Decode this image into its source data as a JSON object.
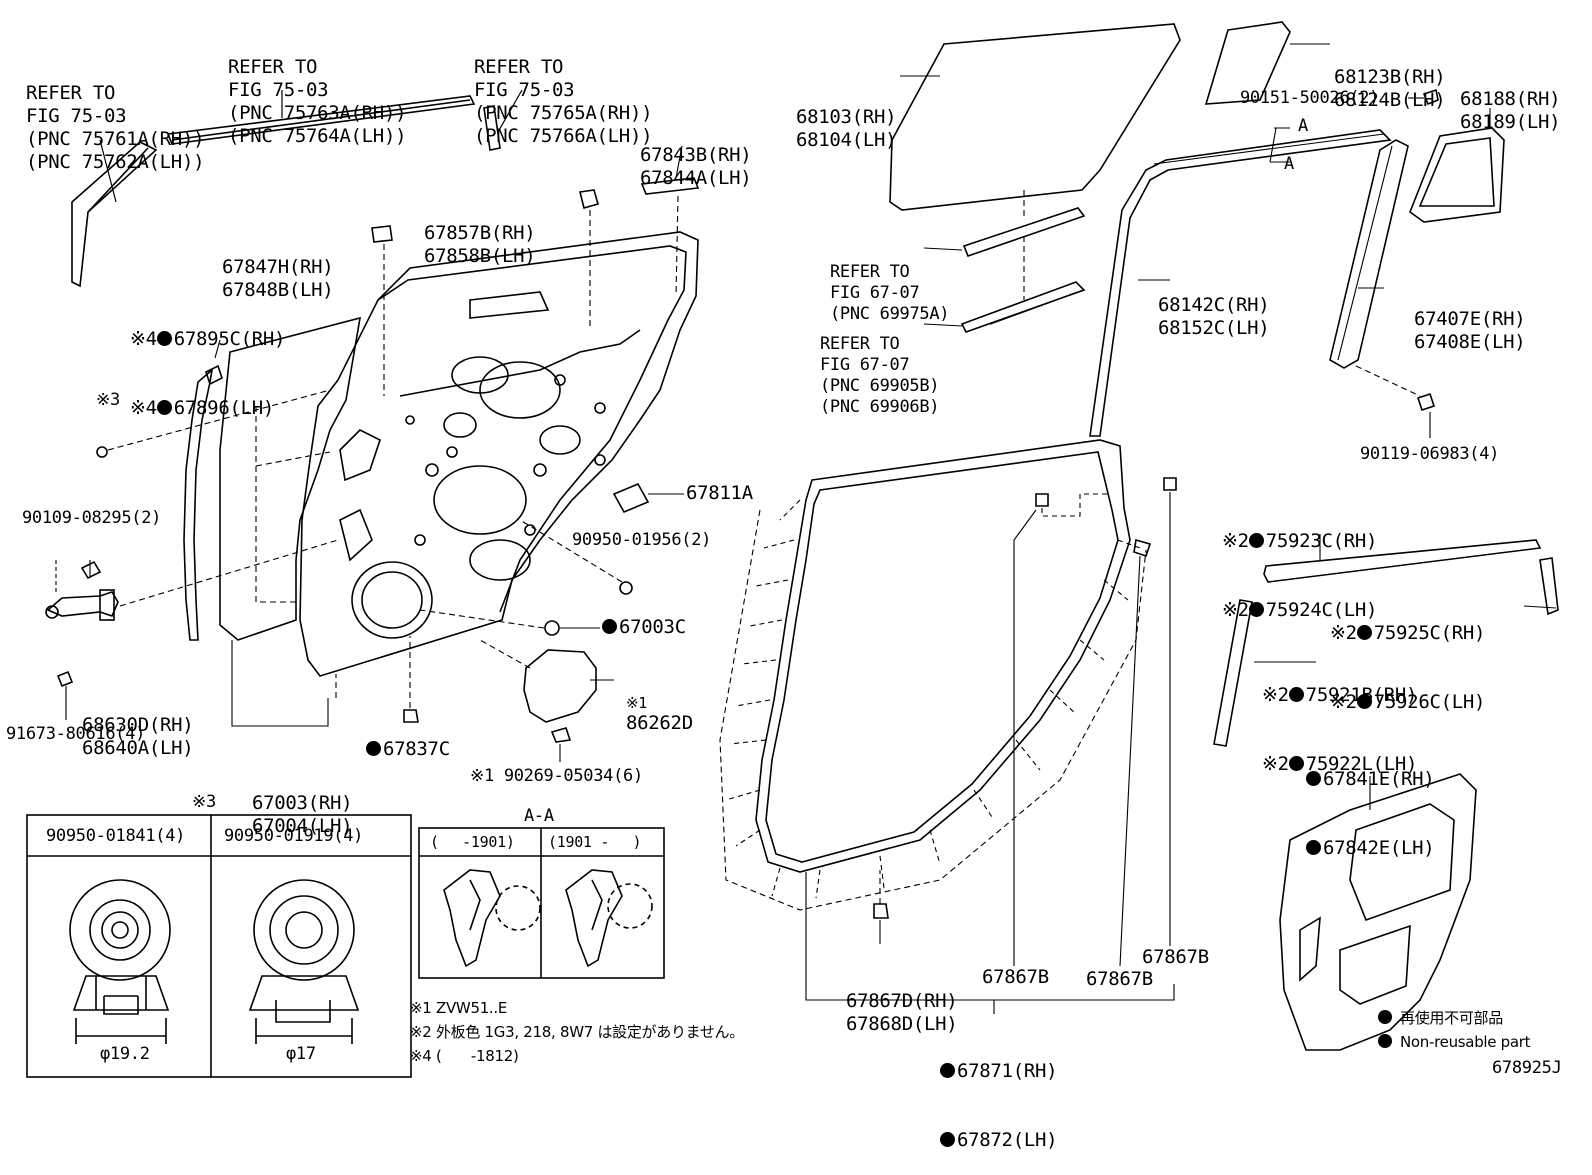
{
  "labels": {
    "refer_75_03_a": [
      "REFER TO",
      "FIG 75-03",
      "(PNC 75761A(RH))",
      "(PNC 75762A(LH))"
    ],
    "refer_75_03_b": [
      "REFER TO",
      "FIG 75-03",
      "(PNC 75763A(RH))",
      "(PNC 75764A(LH))"
    ],
    "refer_75_03_c": [
      "REFER TO",
      "FIG 75-03",
      "(PNC 75765A(RH))",
      "(PNC 75766A(LH))"
    ],
    "p67843": [
      "67843B(RH)",
      "67844A(LH)"
    ],
    "p67857": [
      "67857B(RH)",
      "67858B(LH)"
    ],
    "p67847": [
      "67847H(RH)",
      "67848B(LH)"
    ],
    "p67895": [
      "※4",
      "67895C(RH)",
      "※4",
      "67896(LH)"
    ],
    "note3": "※3",
    "p90109": "90109-08295(2)",
    "p68630": [
      "68630D(RH)",
      "68640A(LH)"
    ],
    "p91673": "91673-80616(4)",
    "p67003": [
      "67003(RH)",
      "67004(LH)"
    ],
    "p67837": "67837C",
    "p67811": "67811A",
    "p90950_01956": "90950-01956(2)",
    "p67003c": "67003C",
    "p86262": [
      "※1",
      "86262D"
    ],
    "p90269": "※1 90269-05034(6)",
    "p68103": [
      "68103(RH)",
      "68104(LH)"
    ],
    "p68123": [
      "68123B(RH)",
      "68124B(LH)"
    ],
    "p68188": [
      "68188(RH)",
      "68189(LH)"
    ],
    "p90151": "90151-50026(2)",
    "refer_67_07_a": [
      "REFER TO",
      "FIG 67-07",
      "(PNC 69975A)"
    ],
    "refer_67_07_b": [
      "REFER TO",
      "FIG 67-07",
      "(PNC 69905B)",
      "(PNC 69906B)"
    ],
    "p68142": [
      "68142C(RH)",
      "68152C(LH)"
    ],
    "p67407": [
      "67407E(RH)",
      "67408E(LH)"
    ],
    "p90119": "90119-06983(4)",
    "p75923": [
      "※2",
      "75923C(RH)",
      "※2",
      "75924C(LH)"
    ],
    "p75925": [
      "※2",
      "75925C(RH)",
      "※2",
      "75926C(LH)"
    ],
    "p75921": [
      "※2",
      "75921B(RH)",
      "※2",
      "75922L(LH)"
    ],
    "p67841": [
      "67841E(RH)",
      "67842E(LH)"
    ],
    "p67867d": [
      "67867D(RH)",
      "67868D(LH)"
    ],
    "p67867b_1": "67867B",
    "p67867b_2": "67867B",
    "p67867b_3": "67867B",
    "p67871": [
      "67871(RH)",
      "67872(LH)"
    ],
    "arrow_a1": "A",
    "arrow_a2": "A",
    "diagram_code": "678925J"
  },
  "table_box": {
    "mark": "※3",
    "col1_part": "90950-01841(4)",
    "col2_part": "90950-01919(4)",
    "col1_dim": "φ19.2",
    "col2_dim": "φ17"
  },
  "section_aa": {
    "title": "A-A",
    "col1": "(　 -1901)",
    "col2": "(1901 -　 )"
  },
  "footnotes": [
    "※1 ZVW51..E",
    "※2 外板色 1G3, 218, 8W7 は設定がありません。",
    "※4 (　　-1812)"
  ],
  "legend": [
    "再使用不可部品",
    "Non-reusable part"
  ]
}
